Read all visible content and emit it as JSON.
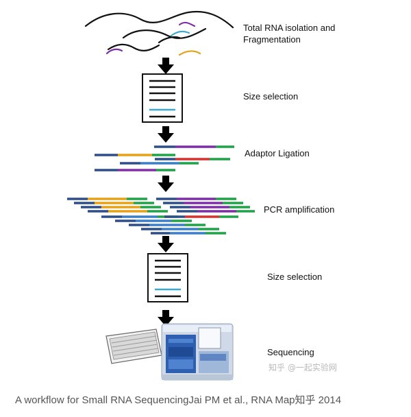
{
  "steps": [
    {
      "label_lines": [
        "Total RNA isolation and",
        "Fragmentation"
      ]
    },
    {
      "label_lines": [
        "Size selection"
      ]
    },
    {
      "label_lines": [
        "Adaptor Ligation"
      ]
    },
    {
      "label_lines": [
        "PCR amplification"
      ]
    },
    {
      "label_lines": [
        "Size selection"
      ]
    },
    {
      "label_lines": [
        "Sequencing"
      ]
    }
  ],
  "caption": "A workflow for Small RNA SequencingJai PM et al., RNA Map知乎 2014",
  "watermark": "知乎 @一起实验网",
  "colors": {
    "rna": "#111111",
    "purple": "#7d2fa6",
    "teal": "#3aa8cf",
    "orange": "#e5a118",
    "navy": "#2f4e86",
    "green": "#21a248",
    "red": "#d23432",
    "blue": "#3c7fc7",
    "gel_band": "#3aa8cf"
  }
}
